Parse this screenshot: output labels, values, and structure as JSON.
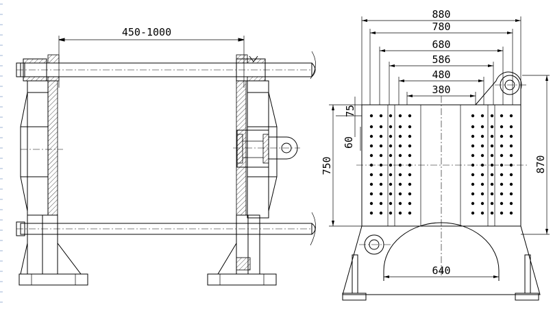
{
  "front_view": {
    "span_label": "450-1000"
  },
  "side_view": {
    "widths": [
      "880",
      "780",
      "680",
      "586",
      "480",
      "380"
    ],
    "pitch_75": "75",
    "pitch_60": "60",
    "height_750": "750",
    "height_870": "870",
    "base_640": "640"
  },
  "colors": {
    "line": "#000000",
    "ruler_ticks": "#9db3d6"
  }
}
